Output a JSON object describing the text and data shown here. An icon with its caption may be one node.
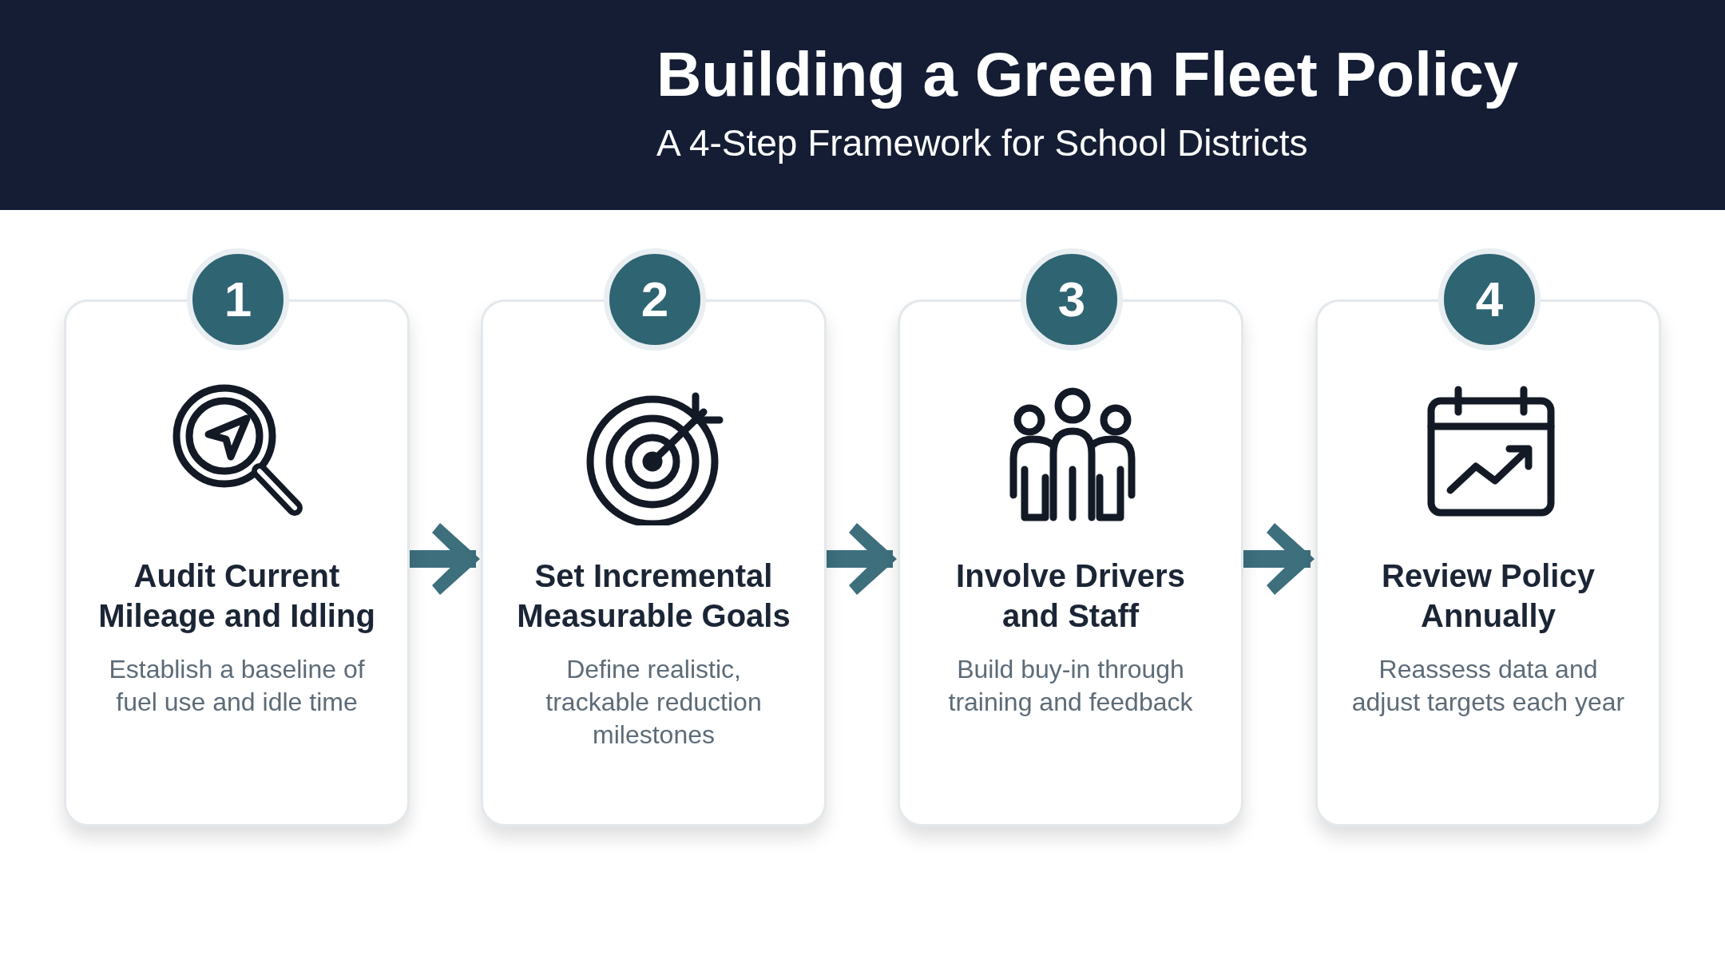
{
  "diagram": {
    "title": "Building a Green Fleet Policy",
    "caption": "A 4-Step Framework for School Districts",
    "nodes": [
      {
        "text": [
          "1",
          "Audit Current Mileage and Idling",
          "Establish a baseline of fuel use and idle time"
        ]
      },
      {
        "text": [
          "2",
          "Set Incremental Measurable Goals",
          "Define realistic, trackable reduction milestones"
        ]
      },
      {
        "text": [
          "3",
          "Involve Drivers and Staff",
          "Build buy-in through training and feedback"
        ]
      },
      {
        "text": [
          "4",
          "Review Policy Annually",
          "Reassess data and adjust targets each year"
        ]
      }
    ],
    "edges": [
      {
        "from": 0,
        "to": 1,
        "arrow": "to"
      },
      {
        "from": 1,
        "to": 2,
        "arrow": "to"
      },
      {
        "from": 2,
        "to": 3,
        "arrow": "to"
      }
    ]
  }
}
